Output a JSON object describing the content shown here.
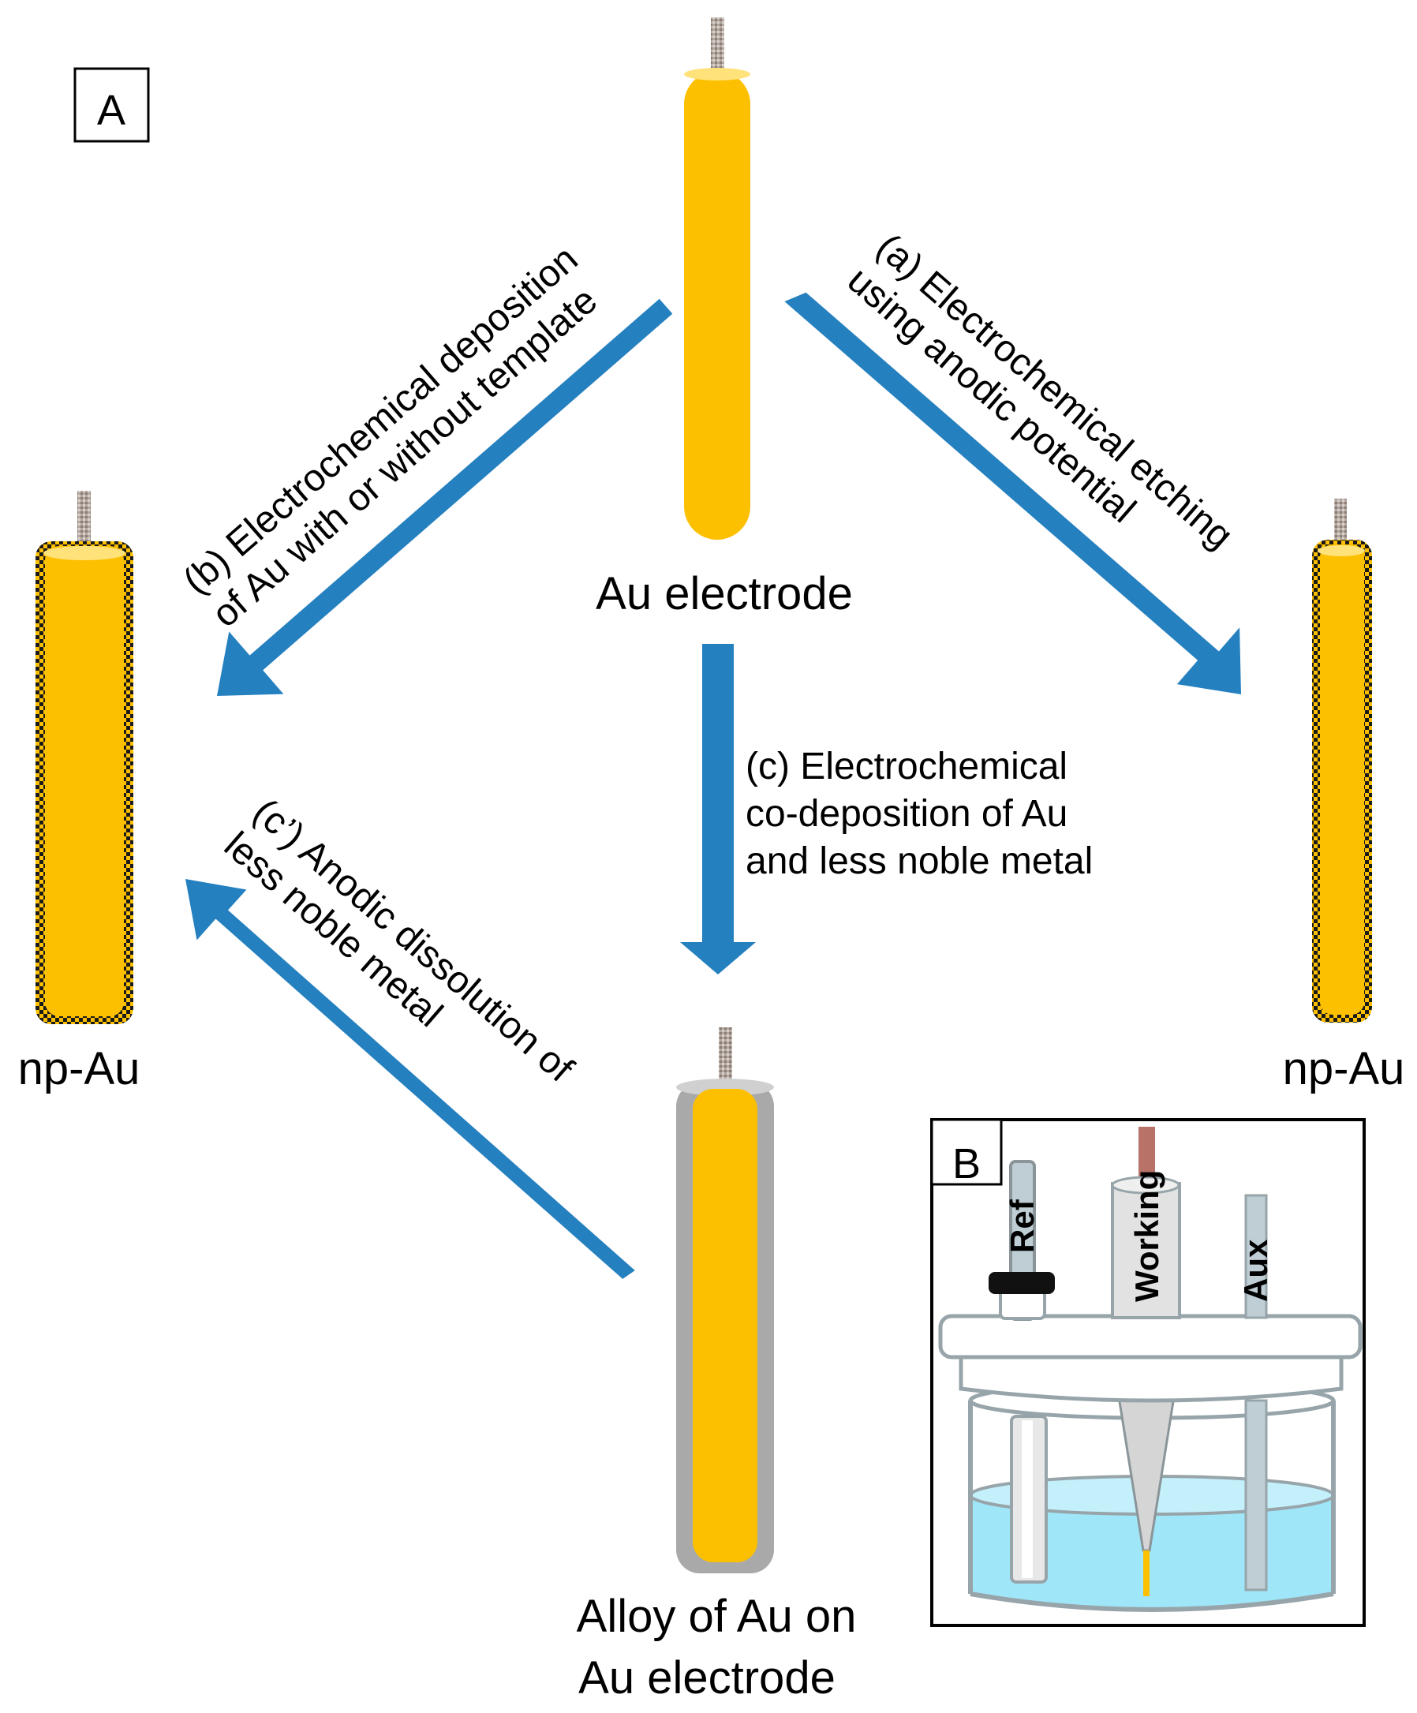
{
  "panel_a": {
    "label": "A",
    "center_electrode_label": "Au electrode",
    "left_product_label": "np-Au",
    "right_product_label": "np-Au",
    "alloy_label_line1": "Alloy of Au on",
    "alloy_label_line2": "Au electrode",
    "step_a": {
      "line1": "(a) Electrochemical etching",
      "line2": "using anodic potential"
    },
    "step_b": {
      "line1": "(b) Electrochemical deposition",
      "line2": "of Au with or without template"
    },
    "step_c": {
      "line1": "(c) Electrochemical",
      "line2": "co-deposition of Au",
      "line3": "and less noble metal"
    },
    "step_c_prime": {
      "line1": "(c’) Anodic dissolution of",
      "line2": "less noble metal"
    }
  },
  "panel_b": {
    "label": "B",
    "ref_label": "Ref",
    "working_label": "Working",
    "aux_label": "Aux"
  },
  "colors": {
    "gold": "#FDC000",
    "arrow_blue": "#2580C0",
    "alloy_gray": "#A9A9A9",
    "solution_blue": "#9FE6F8",
    "cell_gray": "#97A5AA",
    "working_wire": "#B87268"
  }
}
